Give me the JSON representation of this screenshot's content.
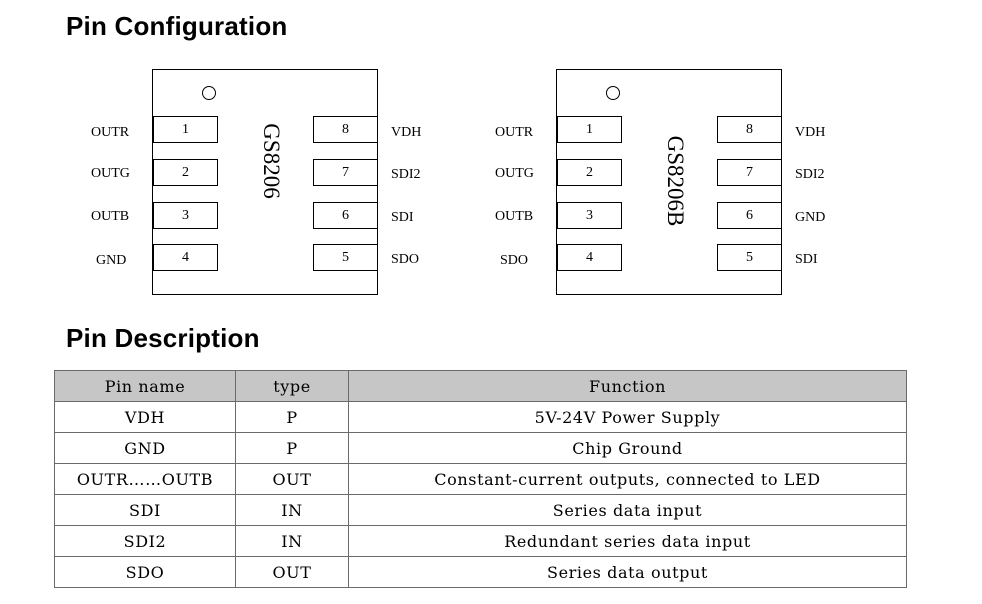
{
  "headings": {
    "config": "Pin Configuration",
    "description": "Pin Description"
  },
  "chips": [
    {
      "name": "GS8206",
      "left_pins": [
        {
          "num": "1",
          "label": "OUTR"
        },
        {
          "num": "2",
          "label": "OUTG"
        },
        {
          "num": "3",
          "label": "OUTB"
        },
        {
          "num": "4",
          "label": "GND"
        }
      ],
      "right_pins": [
        {
          "num": "8",
          "label": "VDH"
        },
        {
          "num": "7",
          "label": "SDI2"
        },
        {
          "num": "6",
          "label": "SDI"
        },
        {
          "num": "5",
          "label": "SDO"
        }
      ]
    },
    {
      "name": "GS8206B",
      "left_pins": [
        {
          "num": "1",
          "label": "OUTR"
        },
        {
          "num": "2",
          "label": "OUTG"
        },
        {
          "num": "3",
          "label": "OUTB"
        },
        {
          "num": "4",
          "label": "SDO"
        }
      ],
      "right_pins": [
        {
          "num": "8",
          "label": "VDH"
        },
        {
          "num": "7",
          "label": "SDI2"
        },
        {
          "num": "6",
          "label": "GND"
        },
        {
          "num": "5",
          "label": "SDI"
        }
      ]
    }
  ],
  "table": {
    "headers": [
      "Pin name",
      "type",
      "Function"
    ],
    "rows": [
      [
        "VDH",
        "P",
        "5V-24V Power Supply"
      ],
      [
        "GND",
        "P",
        "Chip Ground"
      ],
      [
        "OUTR……OUTB",
        "OUT",
        "Constant-current outputs, connected to LED"
      ],
      [
        "SDI",
        "IN",
        "Series data input"
      ],
      [
        "SDI2",
        "IN",
        "Redundant series data input"
      ],
      [
        "SDO",
        "OUT",
        "Series data output"
      ]
    ]
  }
}
